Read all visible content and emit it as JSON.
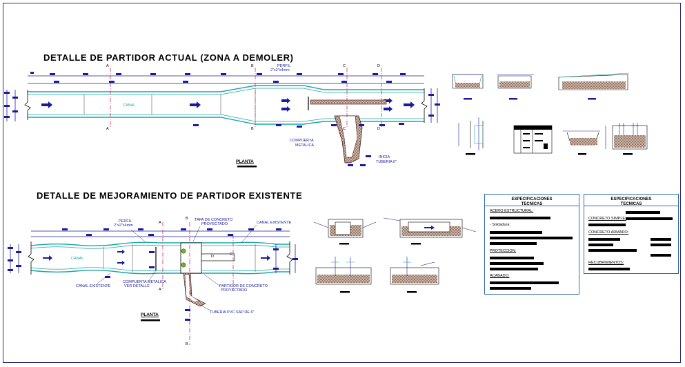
{
  "titles": {
    "top": "DETALLE DE PARTIDOR ACTUAL (ZONA A DEMOLER)",
    "bottom": "DETALLE DE MEJORAMIENTO DE PARTIDOR EXISTENTE"
  },
  "top_plan": {
    "canal_label": "CANAL",
    "perfil_label": "PERFIL",
    "perfil_dim": "2\"x2\"x4mm",
    "compuerta_label": "COMPUERTA",
    "compuerta_sub": "METALICA",
    "inicia_label": "INICIA",
    "tuberia_label": "TUBERIA 6\"",
    "planta_label": "PLANTA",
    "section_marks": [
      "A",
      "A",
      "B",
      "B",
      "C",
      "C",
      "D",
      "D"
    ]
  },
  "bottom_plan": {
    "canal_label": "CANAL",
    "perfil_label": "PERFIL",
    "perfil_dim": "2\"x2\"x4mm",
    "tapa_label": "TAPA DE CONCRETO",
    "tapa_sub": "PROYECTADO",
    "canal_existente_right": "CANAL EXISTENTE",
    "canal_existente_left": "CANAL EXISTENTE",
    "compuerta_label": "COMPUERTA METALICA",
    "compuerta_sub": "VER DETALLE",
    "partidor_label": "PARTIDOR DE CONCRETO",
    "partidor_sub": "PROYECTADO",
    "tuberia_label": "TUBERIA PVC SAP DE 6\"",
    "planta_label": "PLANTA",
    "section_marks": [
      "A",
      "A",
      "B",
      "B",
      "C",
      "D"
    ]
  },
  "specs_left": {
    "header_line1": "ESPECIFICACIONES",
    "header_line2": "TECNICAS",
    "items": [
      "ACERO ESTRUCTURAL:",
      "- Soldadura:",
      "PROTECCION:",
      "ACABADO:"
    ]
  },
  "specs_right": {
    "header_line1": "ESPECIFICACIONES",
    "header_line2": "TECNICAS",
    "items": [
      "CONCRETO SIMPLE:",
      "CONCRETO ARMADO:",
      "RECUBRIMIENTOS:"
    ]
  },
  "colors": {
    "frame": "#2a2a7a",
    "canal": "#1aa6a6",
    "dims": "#1a1aa0",
    "section_lines": "#c03070",
    "concrete": "#7a2a1a",
    "spec_border": "#2a6ab0"
  }
}
